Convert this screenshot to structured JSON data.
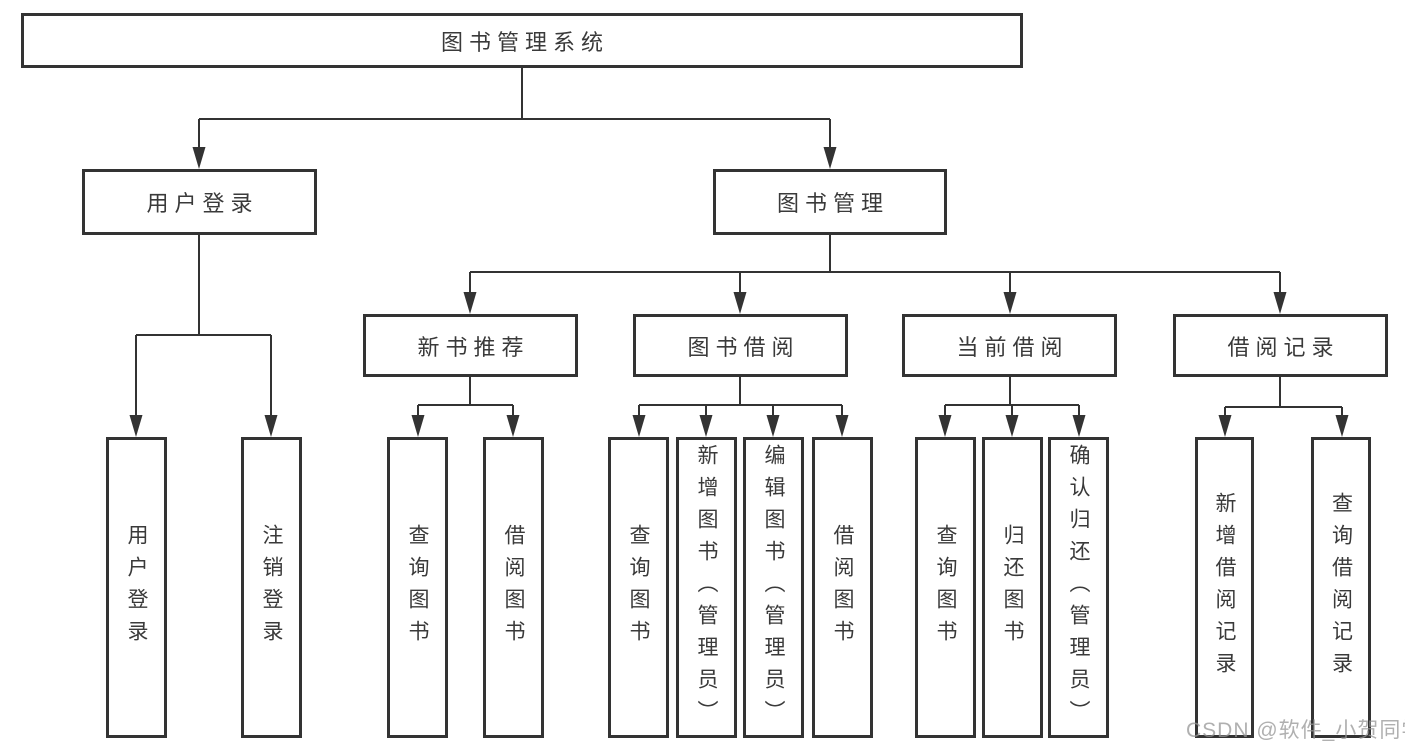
{
  "diagram": {
    "title": "图书管理系统",
    "root": {
      "label": "图书管理系统"
    },
    "level2": [
      {
        "label": "用户登录"
      },
      {
        "label": "图书管理"
      }
    ],
    "level3": [
      {
        "label": "新书推荐"
      },
      {
        "label": "图书借阅"
      },
      {
        "label": "当前借阅"
      },
      {
        "label": "借阅记录"
      }
    ],
    "leaves": [
      {
        "label": "用户登录"
      },
      {
        "label": "注销登录"
      },
      {
        "label": "查询图书"
      },
      {
        "label": "借阅图书"
      },
      {
        "label": "查询图书"
      },
      {
        "label": "新增图书（管理员）"
      },
      {
        "label": "编辑图书（管理员）"
      },
      {
        "label": "借阅图书"
      },
      {
        "label": "查询图书"
      },
      {
        "label": "归还图书"
      },
      {
        "label": "确认归还（管理员）"
      },
      {
        "label": "新增借阅记录"
      },
      {
        "label": "查询借阅记录"
      }
    ],
    "watermark": "CSDN @软件_小贺同学",
    "colors": {
      "stroke": "#333333",
      "text": "#3a3a3a",
      "watermark": "#969696",
      "background": "#ffffff"
    }
  }
}
